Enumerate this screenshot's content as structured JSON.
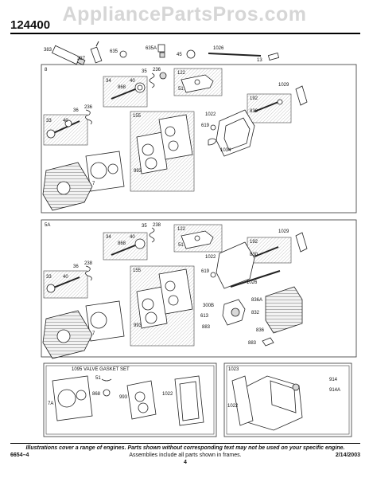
{
  "header": {
    "watermark": "AppliancePartsPros.com",
    "model": "124400"
  },
  "callouts": {
    "top": [
      "383",
      "337",
      "635",
      "635A",
      "45",
      "1026",
      "13"
    ],
    "s1": [
      "8",
      "122",
      "51",
      "35",
      "236",
      "34",
      "40",
      "868",
      "36",
      "236",
      "33",
      "40",
      "155",
      "1029",
      "192",
      "830",
      "1022",
      "619",
      "1034",
      "993",
      "7"
    ],
    "s2": [
      "5A",
      "35",
      "238",
      "122",
      "51",
      "1029",
      "34",
      "40",
      "868",
      "36",
      "238",
      "192",
      "830",
      "1022",
      "33",
      "40",
      "155",
      "619",
      "1026",
      "836A",
      "300B",
      "832",
      "613",
      "883",
      "836",
      "993",
      "7",
      "883"
    ],
    "s3": [
      "1095 VALVE GASKET SET",
      "51",
      "868",
      "993",
      "1022",
      "7A",
      "1023",
      "914",
      "914A",
      "1022"
    ]
  },
  "footer": {
    "note": "Illustrations cover a range of engines. Parts shown without corresponding text may not be used on your specific engine.",
    "left": "6654–4",
    "center": "Assemblies include all parts shown in frames.",
    "right": "2/14/2003",
    "page": "4"
  }
}
